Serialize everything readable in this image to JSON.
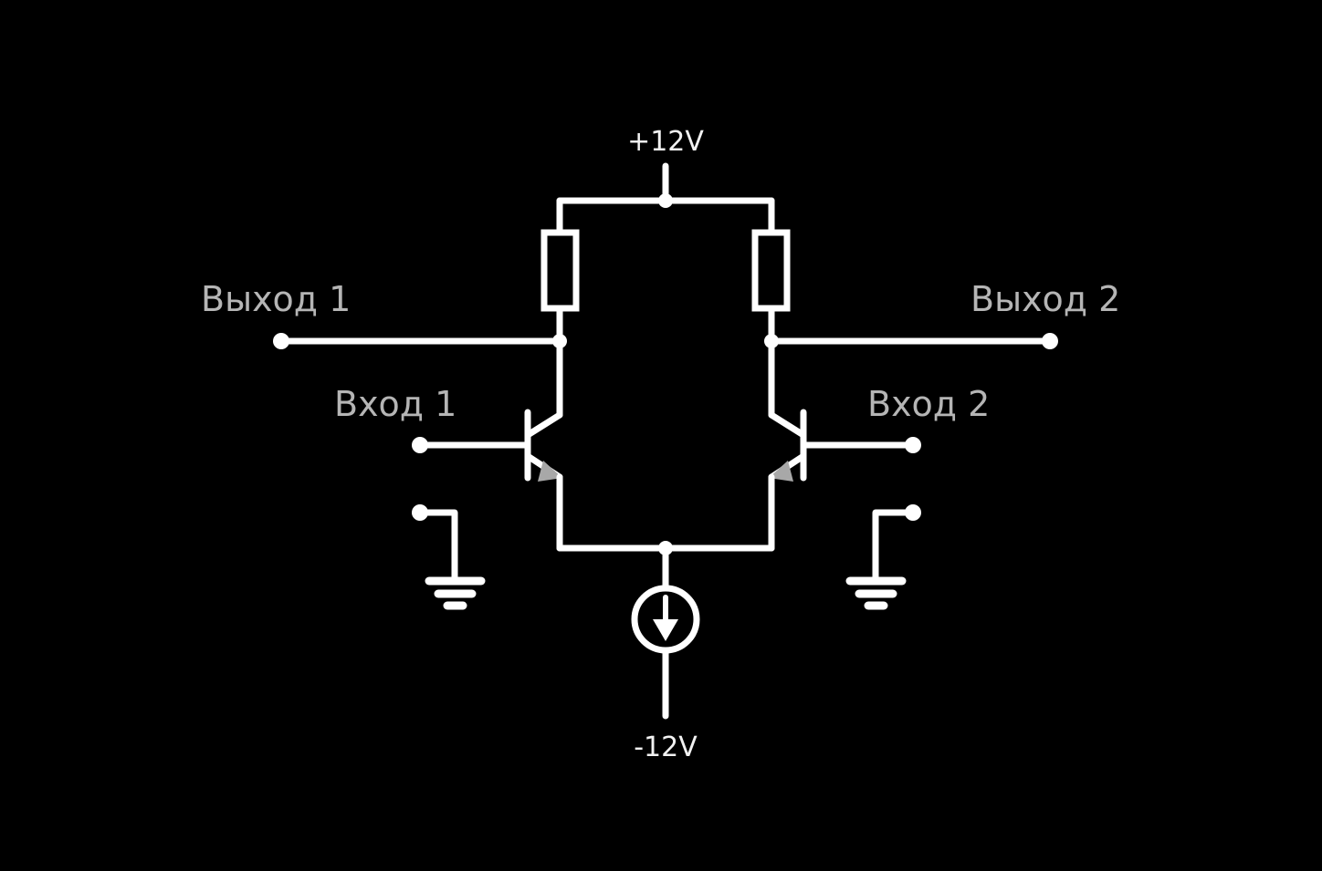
{
  "diagram": {
    "title": "Differential amplifier schematic",
    "background_color": "#000000",
    "wire_color": "#ffffff",
    "label_color": "#b5b5b5",
    "supply_label_color": "#f2f2f2",
    "arrow_color": "#a8a8a8"
  },
  "labels": {
    "supply_positive": "+12V",
    "supply_negative": "-12V",
    "output_left": "Выход 1",
    "output_right": "Выход 2",
    "input_left": "Вход 1",
    "input_right": "Вход 2"
  },
  "components": {
    "resistor_left": {
      "name": "collector-resistor-left"
    },
    "resistor_right": {
      "name": "collector-resistor-right"
    },
    "transistor_left": {
      "name": "npn-transistor-left"
    },
    "transistor_right": {
      "name": "npn-transistor-right"
    },
    "current_source": {
      "name": "tail-current-source"
    },
    "ground_left": {
      "name": "ground-symbol-left"
    },
    "ground_right": {
      "name": "ground-symbol-right"
    }
  }
}
